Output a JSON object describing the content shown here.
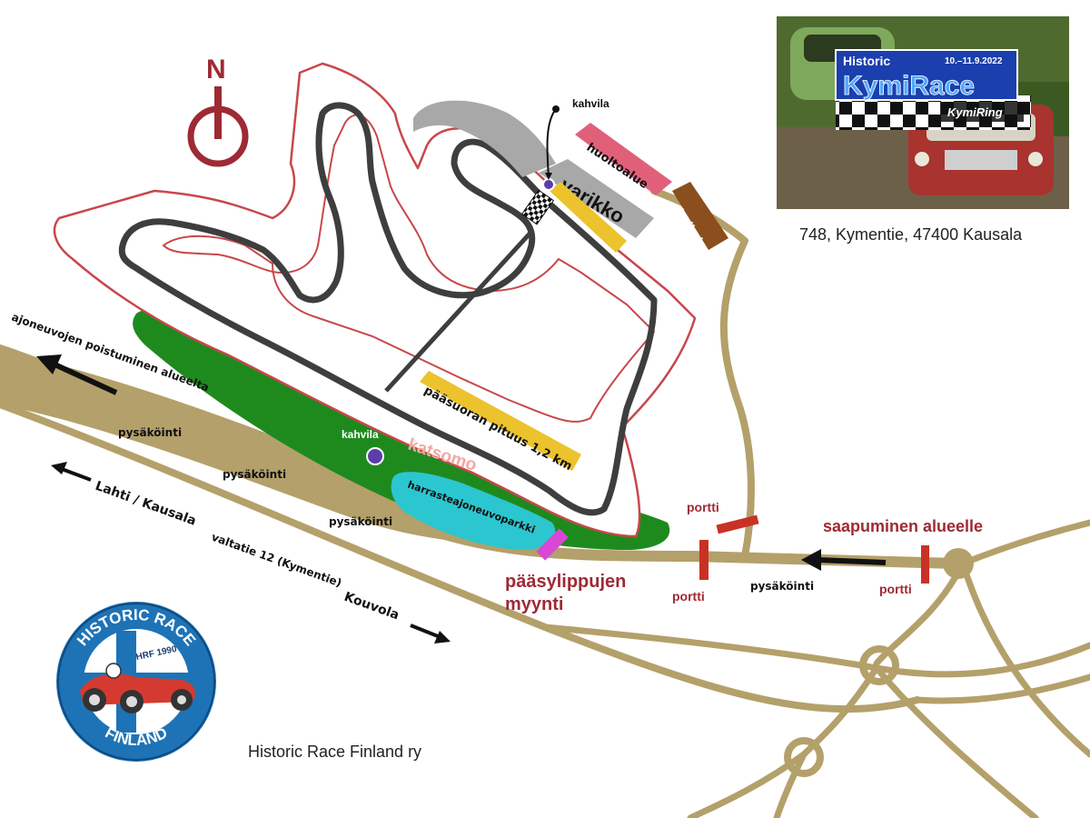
{
  "compass": {
    "letter": "N"
  },
  "poster": {
    "line1": "Historic",
    "title": "KymiRace",
    "dates": "10.–11.9.2022",
    "brand": "KymiRing"
  },
  "address": "748, Kymentie, 47400 Kausala",
  "organizer": "Historic Race Finland ry",
  "logo": {
    "top": "HISTORIC RACE",
    "bottom": "FINLAND",
    "sub": "HRF 1990"
  },
  "areas": {
    "pits": "varikko",
    "service": "huoltoalue",
    "trailer_line1": "traileri",
    "trailer_line2": "parkki",
    "spectator": "katsomo",
    "hobby_parking": "harrasteajoneuvoparkki",
    "straight": "pääsuoran pituus 1,2 km"
  },
  "labels": {
    "cafe_top": "kahvila",
    "cafe_mid": "kahvila",
    "exit": "ajoneuvojen poistuminen alueelta",
    "parking_1": "pysäköinti",
    "parking_2": "pysäköinti",
    "parking_3": "pysäköinti",
    "parking_4": "pysäköinti",
    "lahti": "Lahti / Kausala",
    "highway": "valtatie 12 (Kymentie)",
    "kouvola": "Kouvola",
    "gate_1": "portti",
    "gate_2": "portti",
    "gate_3": "portti",
    "arrival": "saapuminen alueelle",
    "tickets_line1": "pääsylippujen",
    "tickets_line2": "myynti"
  },
  "colors": {
    "road": "#b4a06a",
    "track_outline": "#c8474b",
    "track": "#3e3e3e",
    "green": "#1e8a1e",
    "cyan": "#2bc6cf",
    "yellow": "#ecc22d",
    "pink": "#e0607a",
    "pit_grey": "#a8a8a8",
    "brown": "#8a4f1c",
    "gate": "#c83224",
    "ticket": "#d948d4",
    "dark_red": "#9e2a34",
    "cafe": "#5b3ea8"
  }
}
